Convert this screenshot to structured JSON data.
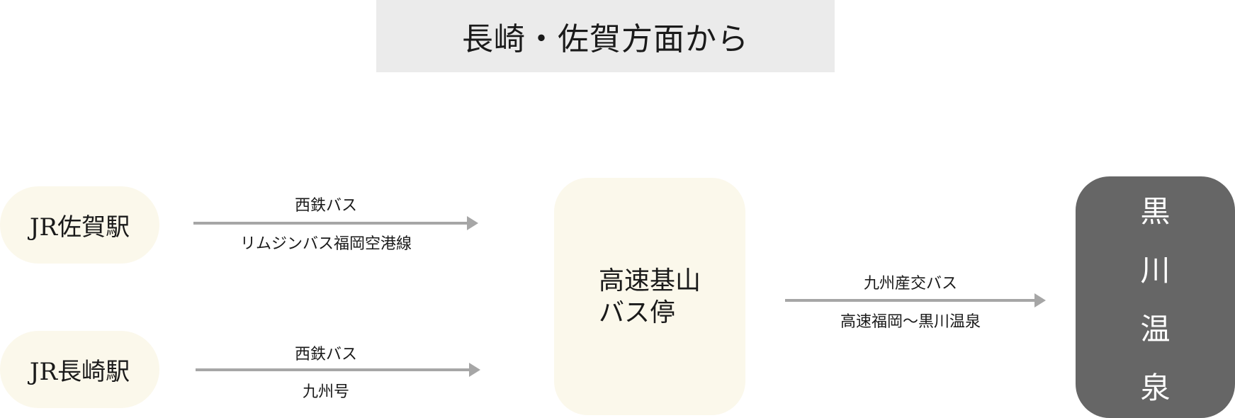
{
  "title": "長崎・佐賀方面から",
  "colors": {
    "title_bg": "#ebebeb",
    "node_light": "#fbf8eb",
    "node_dest": "#666666",
    "arrow": "#a6a6a6"
  },
  "nodes": {
    "saga_station": "JR佐賀駅",
    "nagasaki_station": "JR長崎駅",
    "hub": {
      "line1": "高速基山",
      "line2": "バス停"
    },
    "destination": {
      "chars": [
        "黒",
        "川",
        "温",
        "泉"
      ]
    }
  },
  "routes": [
    {
      "from": "JR佐賀駅",
      "to": "高速基山バス停",
      "operator": "西鉄バス",
      "line": "リムジンバス福岡空港線"
    },
    {
      "from": "JR長崎駅",
      "to": "高速基山バス停",
      "operator": "西鉄バス",
      "line": "九州号"
    },
    {
      "from": "高速基山バス停",
      "to": "黒川温泉",
      "operator": "九州産交バス",
      "line": "高速福岡〜黒川温泉"
    }
  ]
}
